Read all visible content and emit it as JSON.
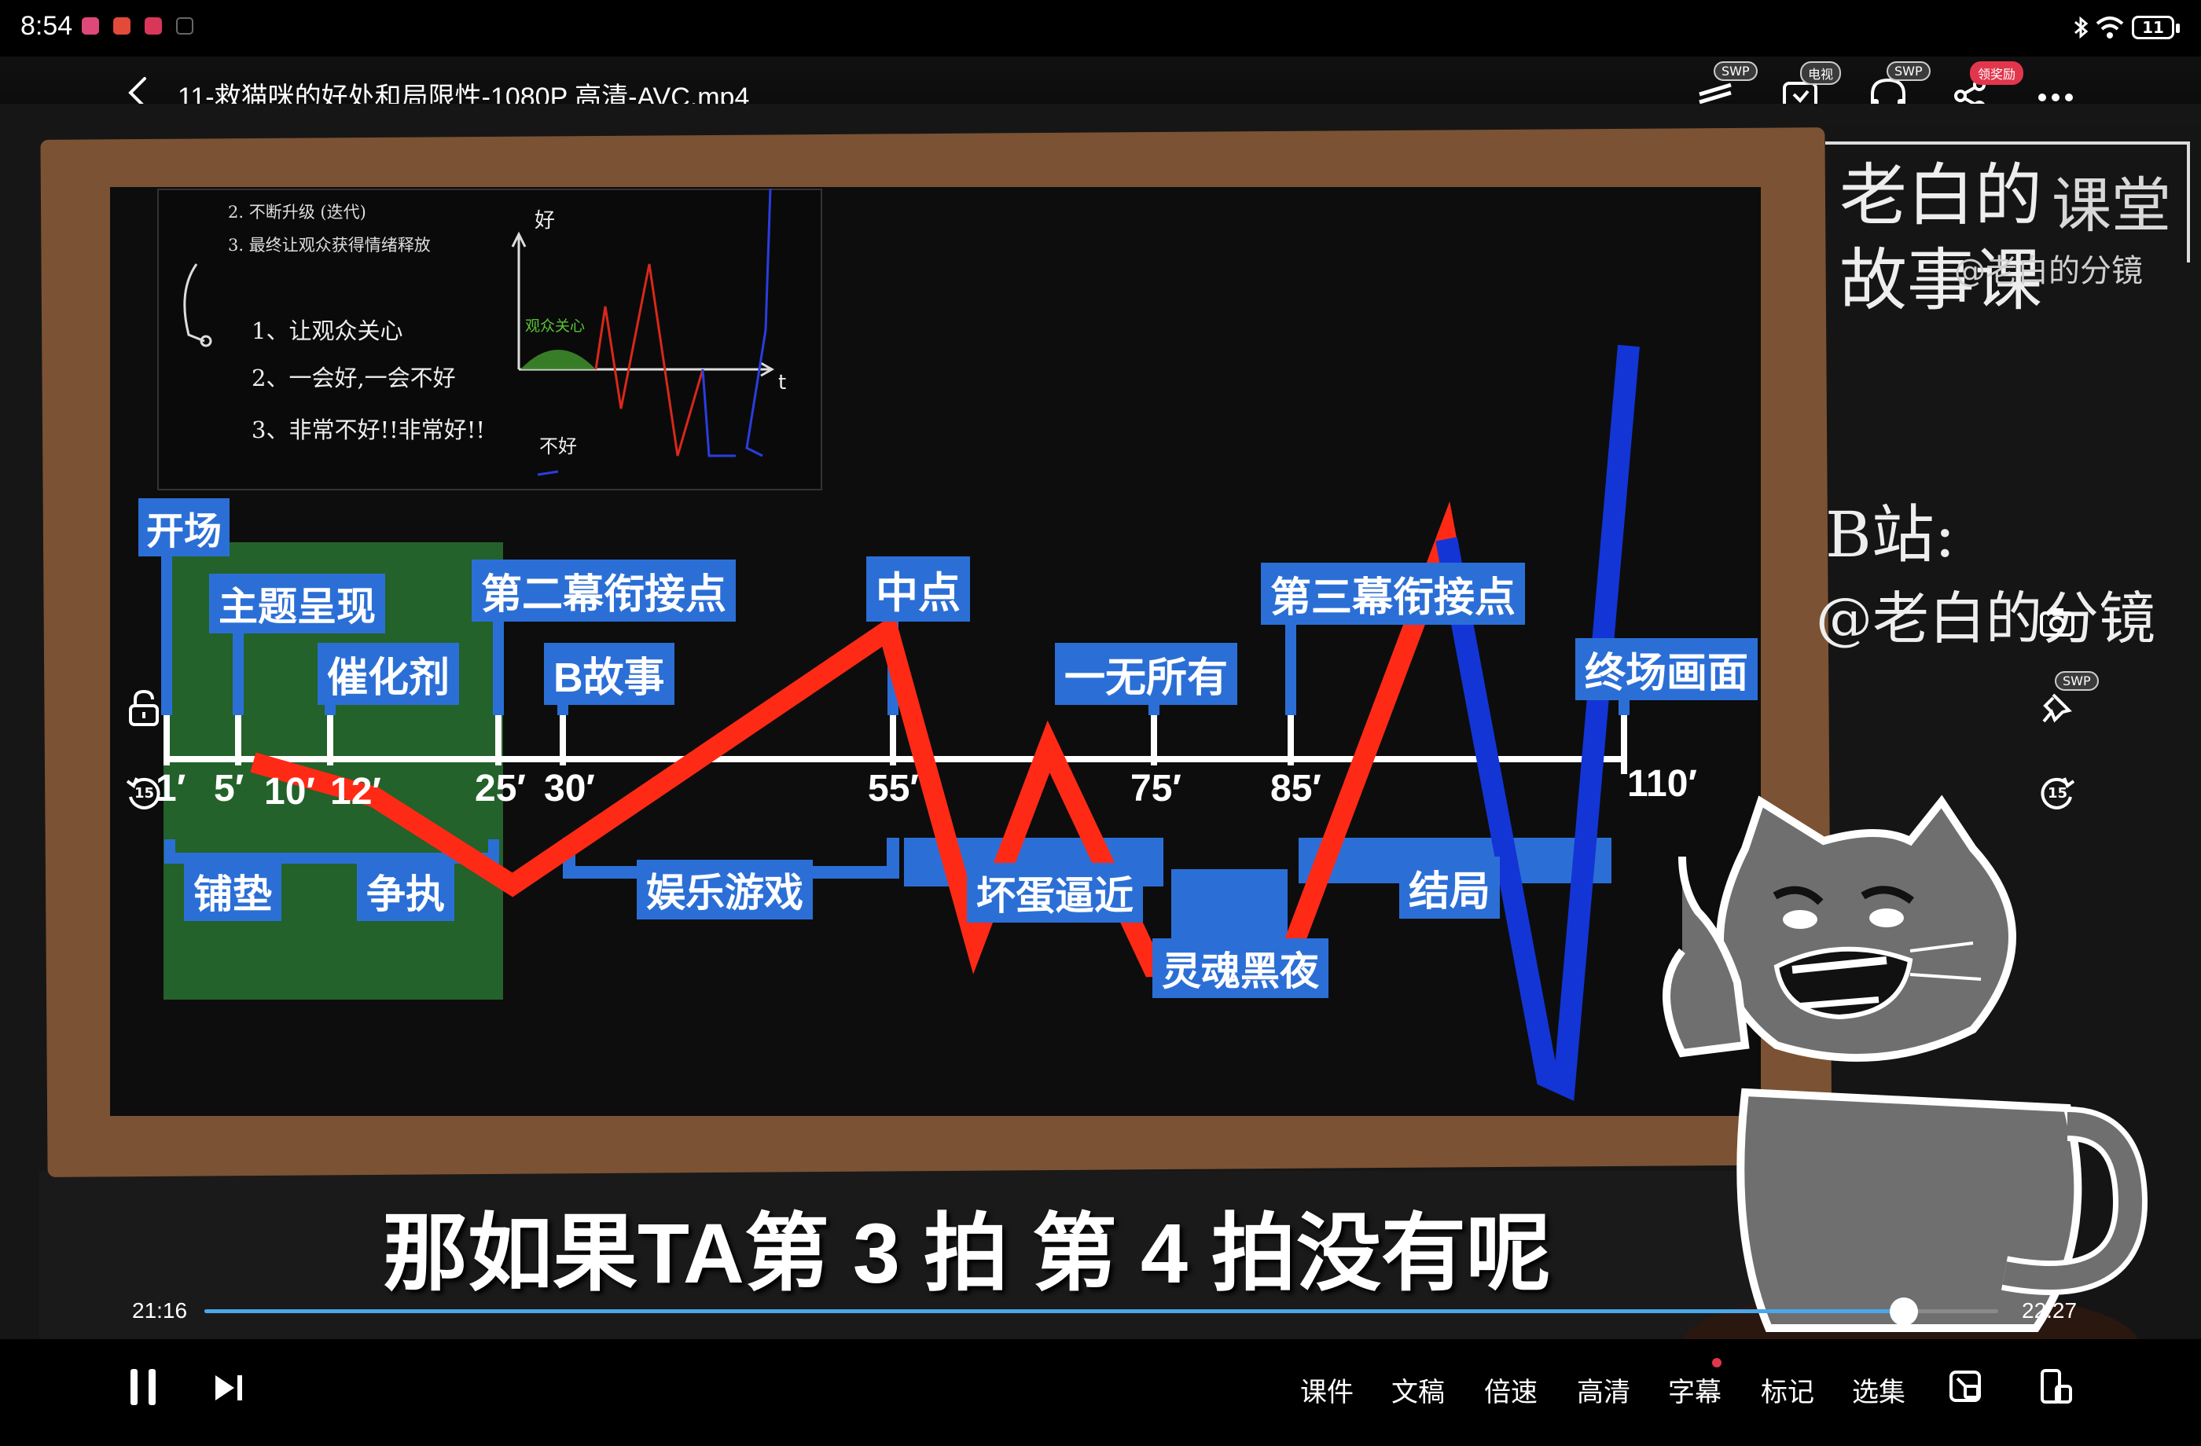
{
  "status_bar": {
    "time": "8:54",
    "battery": "11"
  },
  "header": {
    "title": "11-救猫咪的好处和局限性-1080P 高清-AVC.mp4",
    "tags": {
      "sound": "SWP",
      "tv": "电视",
      "listen": "SWP",
      "share": "领奖励"
    }
  },
  "video": {
    "subtitle": "那如果TA第 3 拍 第 4 拍没有呢",
    "watermark": "@老白的分镜",
    "brand_title": "老白的\n故事课",
    "brand_course": "课堂",
    "brand_site": "B站:",
    "brand_handle": "@老白的分镜",
    "pin_tag": "SWP",
    "skip_seconds": "15",
    "sketch": {
      "lines": [
        "1、让观众关心",
        "2、一会好,一会不好",
        "3、非常不好!!非常好!!"
      ],
      "top_items": [
        "2. 不断升级 (迭代)",
        "3. 最终让观众获得情绪释放"
      ],
      "axis_y": "好",
      "axis_x": "t",
      "axis_bad": "不好",
      "region": "观众关心"
    },
    "beat_sheet": {
      "labels": {
        "opening": "开场",
        "theme": "主题呈现",
        "catalyst": "催化剂",
        "act2_break": "第二幕衔接点",
        "b_story": "B故事",
        "midpoint": "中点",
        "all_lost": "一无所有",
        "act3_break": "第三幕衔接点",
        "final_image": "终场画面"
      },
      "ticks": [
        "1′",
        "5′",
        "10′",
        "12′",
        "25′",
        "30′",
        "55′",
        "75′",
        "85′",
        "110′"
      ],
      "segments": {
        "setup": "铺垫",
        "debate": "争执",
        "fun_games": "娱乐游戏",
        "bad_guys": "坏蛋逼近",
        "dark_night": "灵魂黑夜",
        "finale": "结局"
      }
    }
  },
  "player": {
    "time_current": "21:16",
    "time_total": "22:27",
    "progress": 0.9475,
    "buttons": {
      "courseware": "课件",
      "transcript": "文稿",
      "speed": "倍速",
      "quality": "高清",
      "subtitles": "字幕",
      "bookmark": "标记",
      "episodes": "选集"
    }
  },
  "colors": {
    "accent": "#4aa7e8",
    "label_blue": "#2b6fd6",
    "curve_red": "#ff2a16",
    "curve_blue": "#1335d6",
    "green_block": "#23622a",
    "board_frame": "#7b5233",
    "cat_gray": "#6f6f6f",
    "badge_red": "#e2364c"
  }
}
